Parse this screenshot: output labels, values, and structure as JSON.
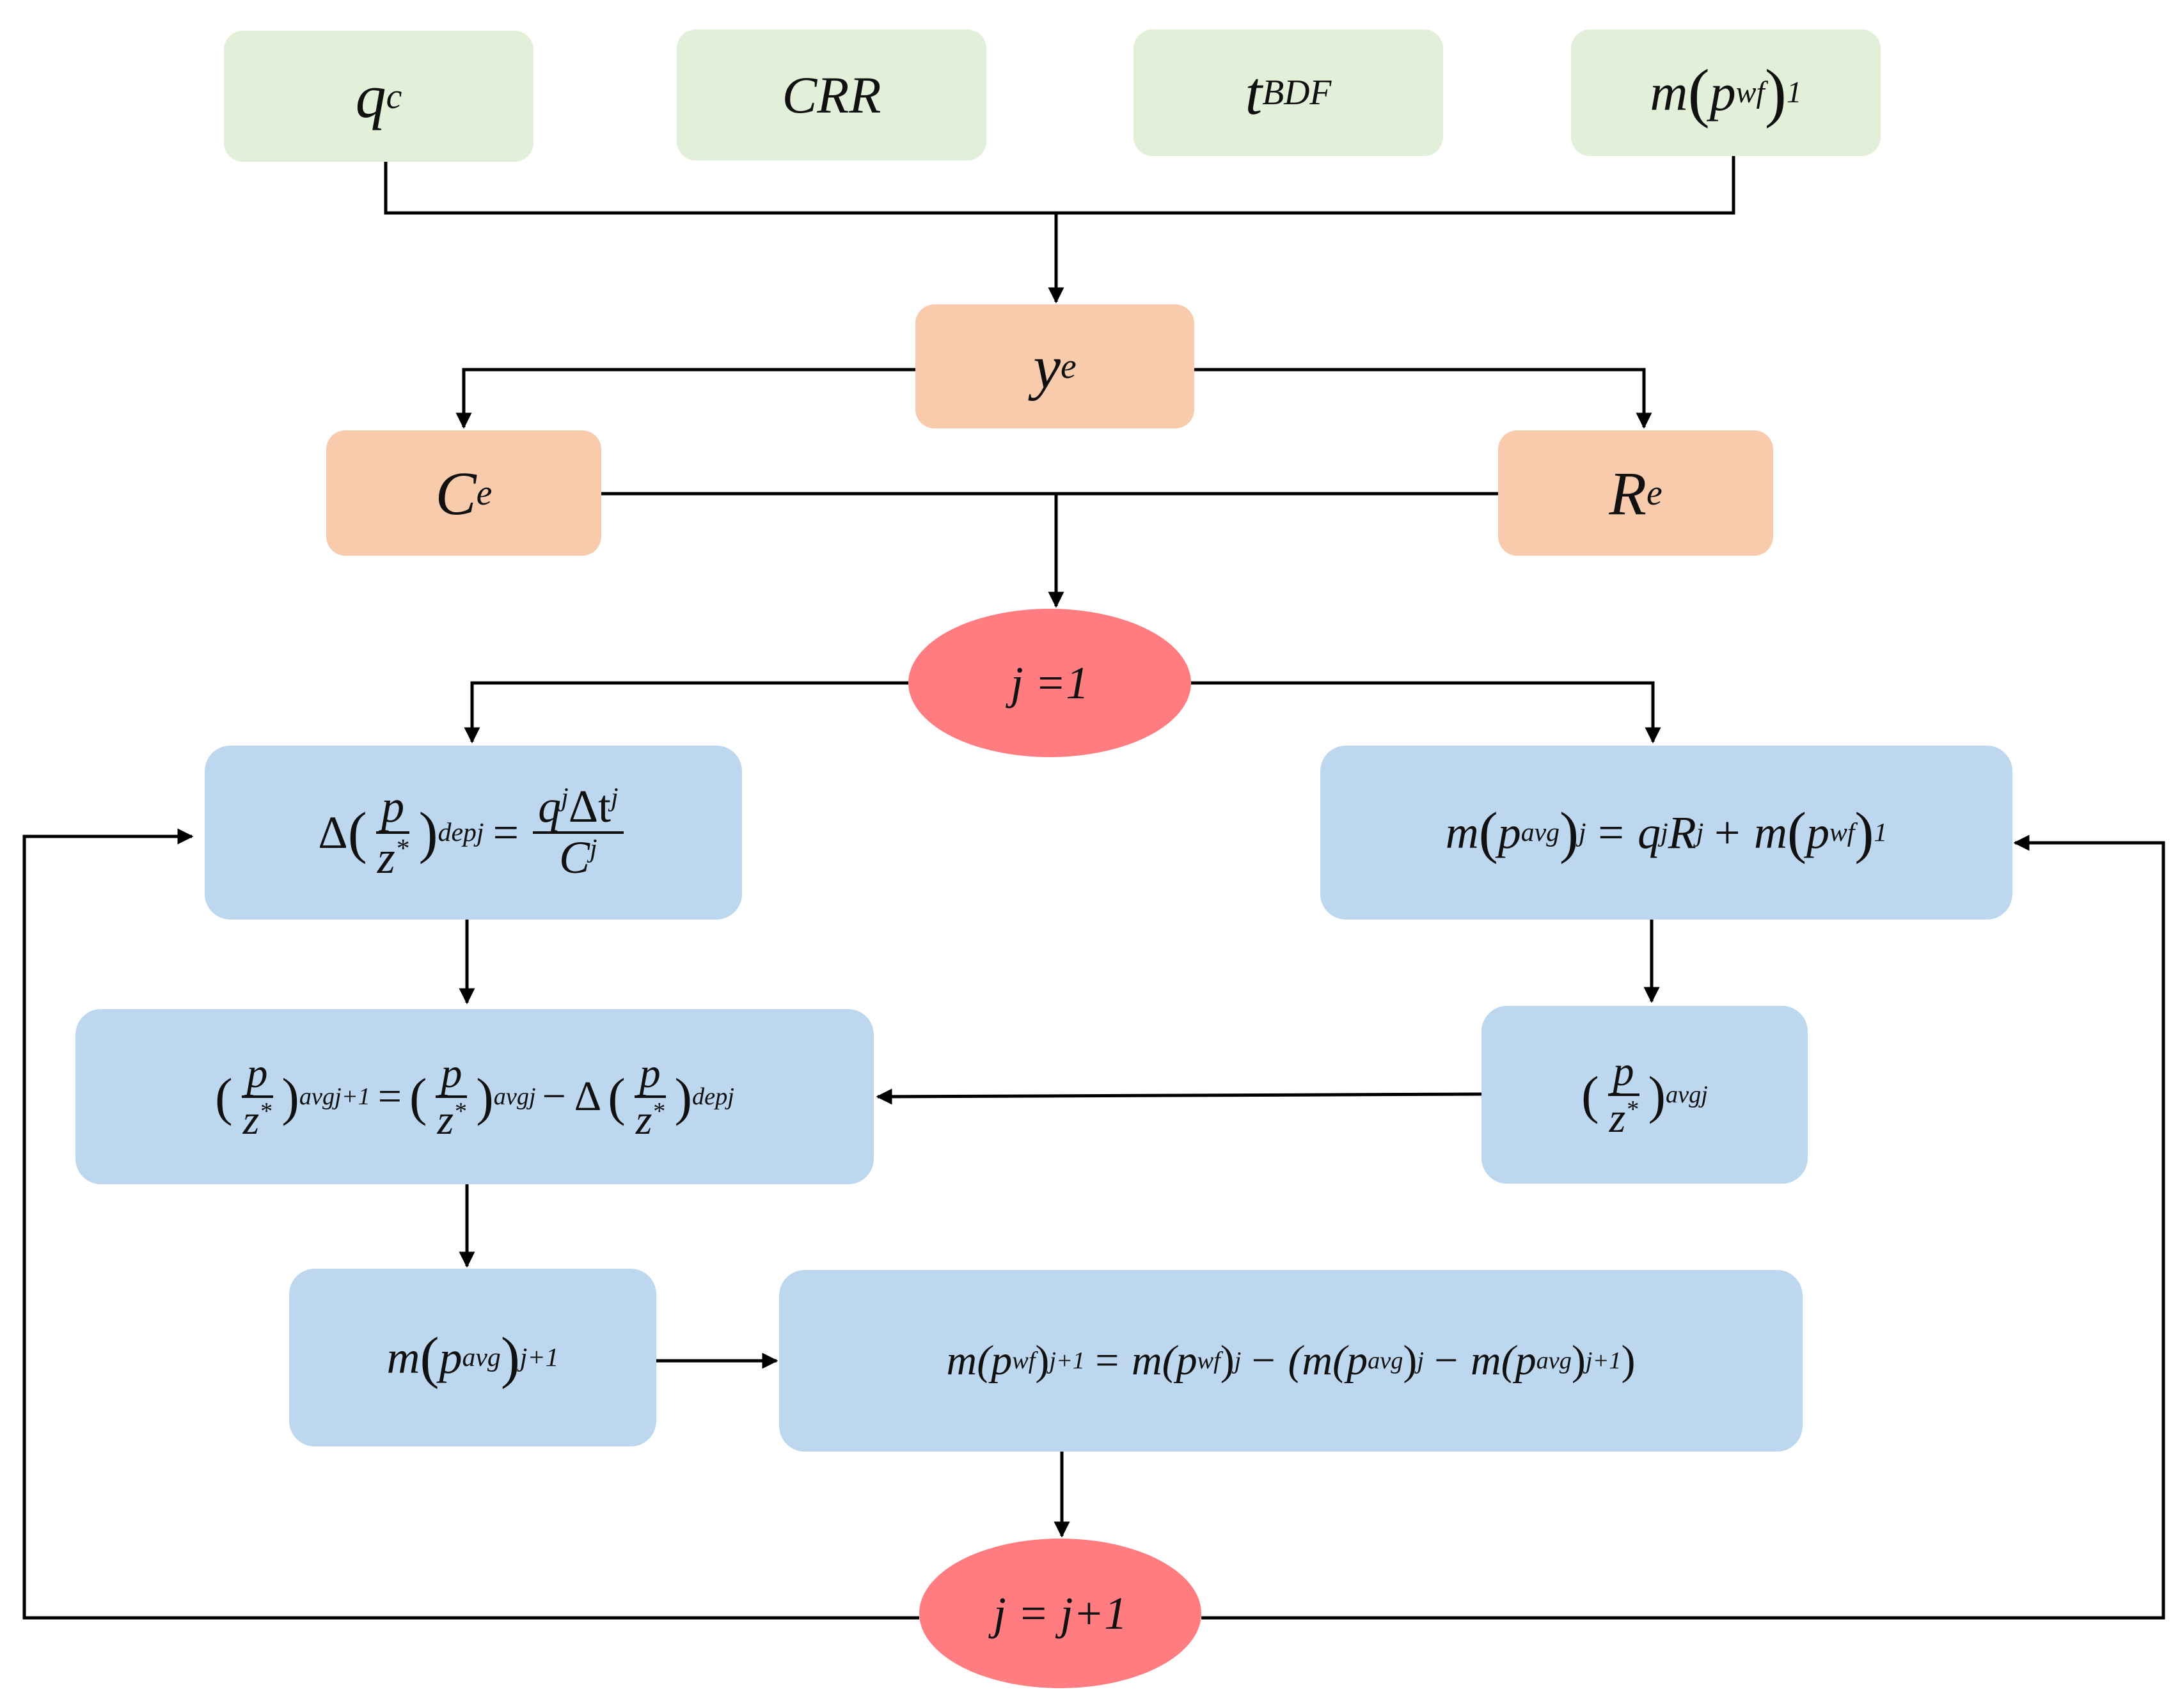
{
  "inputs": {
    "qc": "q",
    "qc_sub": "c",
    "crr": "CRR",
    "tbdf": "t",
    "tbdf_sub": "BDF",
    "mpwf": "m",
    "mpwf_p": "p",
    "mpwf_sub": "wf",
    "mpwf_index": "1"
  },
  "effective": {
    "ye": "y",
    "ye_sub": "e",
    "ce": "C",
    "ce_sub": "e",
    "re": "R",
    "re_sub": "e"
  },
  "loop": {
    "init": "j =1",
    "increment": "j = j+1"
  },
  "equations": {
    "depletion_lhs": "Δ",
    "depletion_p": "p",
    "depletion_z": "z",
    "depletion_star": "*",
    "depletion_sub": "dep",
    "depletion_sup": "j",
    "depletion_eq": "=",
    "depletion_num": "q",
    "depletion_num_sup1": "j",
    "depletion_num_mid": "Δt",
    "depletion_num_sup2": "j",
    "depletion_den": "C",
    "depletion_den_sup": "j",
    "avg_pressure_lhs": "m",
    "avg_pressure_p": "p",
    "avg_pressure_sub": "avg",
    "avg_pressure_sup": "j",
    "avg_pressure_rhs1": "= q",
    "avg_pressure_rhs1_sup": "j",
    "avg_pressure_rhs2": "R",
    "avg_pressure_rhs2_sup": "j",
    "avg_pressure_rhs3": "+ m",
    "avg_pressure_rhs3_p": "p",
    "avg_pressure_rhs3_sub": "wf",
    "avg_pressure_rhs3_index": "1",
    "update_p": "p",
    "update_z": "z",
    "update_star": "*",
    "update_sub_avg": "avg",
    "update_sub_dep": "dep",
    "update_sup_next": "j+1",
    "update_sup": "j",
    "update_eq": "=",
    "update_minus": "− Δ",
    "pz_p": "p",
    "pz_z": "z",
    "pz_star": "*",
    "pz_sub": "avg",
    "pz_sup": "j",
    "mnext_m": "m",
    "mnext_p": "p",
    "mnext_sub": "avg",
    "mnext_sup": "j+1",
    "wf_update": "m(p",
    "wf_update_sub": "wf",
    "wf_update_sup": "j+1",
    "wf_update_eq": "= m(p",
    "wf_update_sub2": "wf",
    "wf_update_sup2": "j",
    "wf_update_minus": "− (m(p",
    "wf_update_sub3": "avg",
    "wf_update_sup3": "j",
    "wf_update_minus2": "− m(p",
    "wf_update_sub4": "avg",
    "wf_update_sup4": "j+1",
    "wf_update_close": ")"
  },
  "colors": {
    "input_fill": "#e2efd9",
    "effective_fill": "#f8cbad",
    "equation_fill": "#bdd7ee",
    "loop_fill": "#ff7c80",
    "connector": "#000000"
  }
}
